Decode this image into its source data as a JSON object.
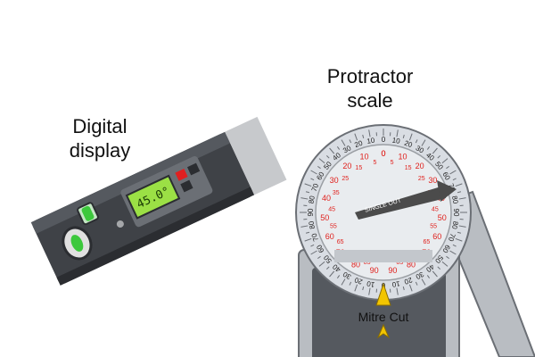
{
  "captions": {
    "digital_line1": "Digital",
    "digital_line2": "display",
    "protractor_line1": "Protractor",
    "protractor_line2": "scale"
  },
  "digital_level": {
    "reading": "45.0°"
  },
  "protractor": {
    "pointer_label": "SINGLE OUT",
    "mitre_label": "Mitre Cut",
    "outer_scale": [
      "10",
      "20",
      "30",
      "40",
      "50",
      "60",
      "70",
      "80",
      "90",
      "80",
      "70",
      "60",
      "50",
      "40",
      "30",
      "20",
      "10",
      "0",
      "10",
      "20",
      "30",
      "40",
      "50",
      "60",
      "70",
      "80",
      "90",
      "80",
      "70",
      "60",
      "50",
      "40",
      "30",
      "20",
      "10",
      "0"
    ],
    "inner_scale": [
      "0",
      "5",
      "10",
      "15",
      "20",
      "25",
      "30",
      "35",
      "40",
      "45",
      "50",
      "55",
      "60",
      "65",
      "70",
      "75",
      "80",
      "85",
      "90"
    ],
    "colors": {
      "dial": "#d9dde3",
      "ring": "#e9ecef",
      "red_numbers": "#e0201c",
      "pointer": "#4b4b4b",
      "arrow": "#f2c500"
    }
  },
  "colors": {
    "body_dark": "#3f4247",
    "body_mid": "#6b6f75",
    "lcd": "#9be045",
    "bubble": "#3cc83c",
    "button_red": "#e02020"
  }
}
